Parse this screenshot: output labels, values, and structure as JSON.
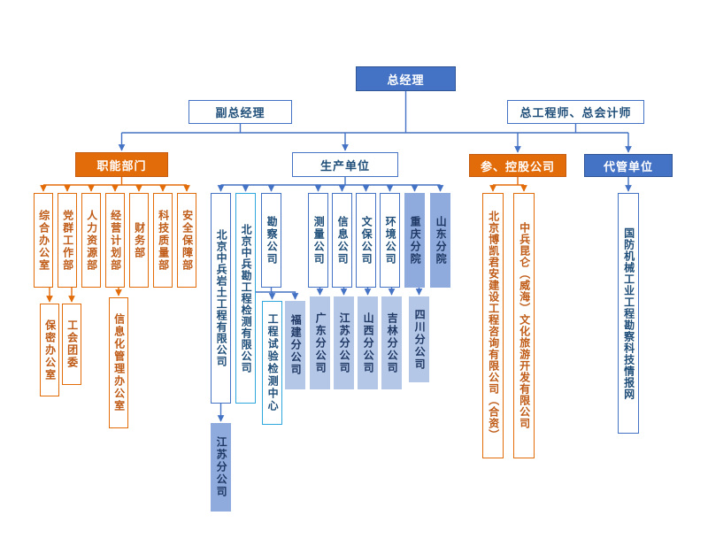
{
  "colors": {
    "blue_fill": "#4472C4",
    "blue_border": "#4472C4",
    "blue_text": "#1F4E79",
    "light_blue_fill": "#8FAADC",
    "lighter_blue_fill": "#B4C7E7",
    "cyan_border": "#2EA7DE",
    "orange_fill": "#E36C0A",
    "orange_border": "#E36C0A",
    "orange_text": "#BF5B16"
  },
  "nodes": {
    "gm": "总经理",
    "deputy_gm": "副总经理",
    "chief": "总工程师、总会计师",
    "functional": "职能部门",
    "production": "生产单位",
    "holding": "参、控股公司",
    "managed": "代管单位"
  },
  "functional_depts": [
    "综合办公室",
    "党群工作部",
    "人力资源部",
    "经营计划部",
    "财务部",
    "科技质量部",
    "安全保障部"
  ],
  "functional_subs": [
    "保密办公室",
    "工会团委",
    "信息化管理办公室"
  ],
  "production_units": [
    "北京中兵岩土工程有限公司",
    "北京中兵勘工程检测有限公司",
    "勘察公司",
    "测量公司",
    "信息公司",
    "文保公司",
    "环境公司",
    "重庆分院",
    "山东分院"
  ],
  "production_subs": [
    "江苏分公司",
    "工程试验检测中心",
    "福建分公司",
    "广东分公司",
    "江苏分公司",
    "山西分公司",
    "吉林分公司",
    "四川分公司"
  ],
  "holding_companies": [
    "北京博凯君安建设工程咨询有限公司（合资）",
    "中兵昆仑（威海）文化旅游开发有限公司"
  ],
  "managed_units": [
    "国防机械工业工程勘察科技情报网"
  ]
}
